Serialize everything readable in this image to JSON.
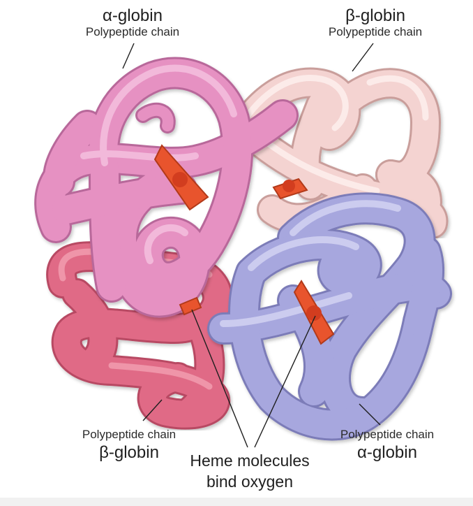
{
  "figure": {
    "top_left": {
      "name": "α-globin",
      "subtitle": "Polypeptide chain"
    },
    "top_right": {
      "name": "β-globin",
      "subtitle": "Polypeptide chain"
    },
    "bottom_left": {
      "subtitle": "Polypeptide chain",
      "name": "β-globin"
    },
    "bottom_right": {
      "subtitle": "Polypeptide chain",
      "name": "α-globin"
    },
    "heme_label": {
      "line1": "Heme molecules",
      "line2": "bind oxygen"
    }
  },
  "colors": {
    "alpha_top": "#e691c2",
    "beta_top": "#f4d3d1",
    "beta_bottom": "#e06b86",
    "alpha_bottom": "#a7a7de",
    "heme": "#e8542d",
    "background": "#ffffff",
    "bottom_strip": "#f1f1f1"
  }
}
